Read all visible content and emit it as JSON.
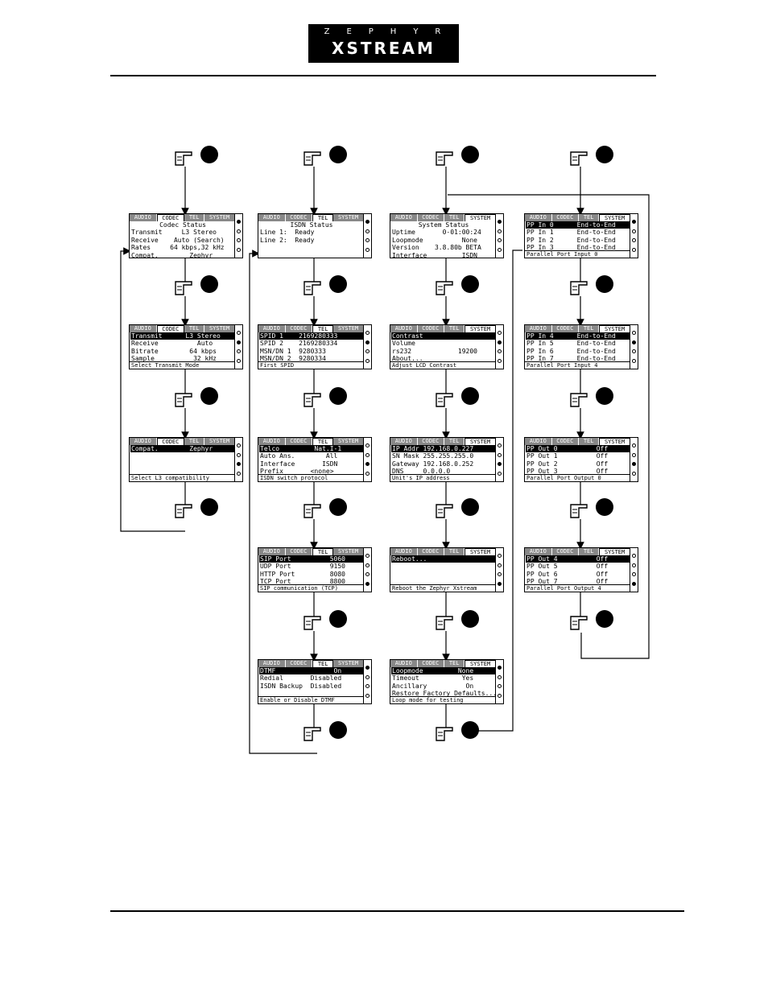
{
  "logo": {
    "line1": "ZEPHYR",
    "line2": "XSTREAM"
  },
  "tabs": [
    "AUDIO",
    "CODEC",
    "TEL",
    "SYSTEM"
  ],
  "columns": [
    {
      "panels": [
        {
          "active": "CODEC",
          "rows": [
            "Codec Status",
            "Transmit     L3 Stereo",
            "Receive    Auto (Search)",
            "Rates     64 kbps,32 kHz",
            "Compat.        Zephyr"
          ],
          "sel": -1,
          "center": [
            0
          ],
          "status": ""
        },
        {
          "active": "CODEC",
          "rows": [
            "Transmit      L3 Stereo",
            "Receive          Auto",
            "Bitrate        64 kbps",
            "Sample          32 kHz"
          ],
          "sel": 0,
          "status": "Select Transmit Mode"
        },
        {
          "active": "CODEC",
          "rows": [
            "Compat.        Zephyr"
          ],
          "sel": 0,
          "status": "Select L3 compatibility"
        }
      ]
    },
    {
      "panels": [
        {
          "active": "TEL",
          "rows": [
            "ISDN Status",
            "Line 1:  Ready",
            "",
            "Line 2:  Ready"
          ],
          "sel": -1,
          "center": [
            0
          ],
          "status": ""
        },
        {
          "active": "TEL",
          "rows": [
            "SPID 1    2169280333",
            "SPID 2    2169280334",
            "MSN/DN 1  9280333",
            "MSN/DN 2  9280334"
          ],
          "sel": 0,
          "status": "First SPID"
        },
        {
          "active": "TEL",
          "rows": [
            "Telco         Nat.I-1",
            "Auto Ans.        All",
            "Interface       ISDN",
            "Prefix       <none>"
          ],
          "sel": 0,
          "status": "ISDN switch protocol"
        },
        {
          "active": "TEL",
          "rows": [
            "SIP Port          5060",
            "UDP Port          9150",
            "HTTP Port         8080",
            "TCP Port          8800"
          ],
          "sel": 0,
          "status": "SIP communication (TCP)"
        },
        {
          "active": "TEL",
          "rows": [
            "DTMF               On",
            "Redial       Disabled",
            "ISDN Backup  Disabled"
          ],
          "sel": 0,
          "status": "Enable or Disable DTMF"
        }
      ]
    },
    {
      "panels": [
        {
          "active": "SYSTEM",
          "rows": [
            "System Status",
            "Uptime       0-01:00:24",
            "Loopmode          None",
            "Version    3.8.80b BETA",
            "Interface         ISDN"
          ],
          "sel": -1,
          "center": [
            0
          ],
          "status": ""
        },
        {
          "active": "SYSTEM",
          "rows": [
            "Contrast",
            "Volume",
            "rs232            19200",
            "About..."
          ],
          "sel": 0,
          "status": "Adjust LCD Contrast"
        },
        {
          "active": "SYSTEM",
          "rows": [
            "IP Addr 192.168.0.227",
            "SN Mask 255.255.255.0",
            "Gateway 192.168.0.252",
            "DNS     0.0.0.0"
          ],
          "sel": 0,
          "status": "Unit's IP address"
        },
        {
          "active": "SYSTEM",
          "rows": [
            "Reboot..."
          ],
          "sel": 0,
          "status": "Reboot the Zephyr Xstream"
        },
        {
          "active": "SYSTEM",
          "rows": [
            "Loopmode         None",
            "Timeout           Yes",
            "Ancillary          On",
            "Restore Factory Defaults..."
          ],
          "sel": 0,
          "status": "Loop mode for testing"
        }
      ]
    },
    {
      "panels": [
        {
          "active": "SYSTEM",
          "rows": [
            "PP In 0      End-to-End",
            "PP In 1      End-to-End",
            "PP In 2      End-to-End",
            "PP In 3      End-to-End"
          ],
          "sel": 0,
          "status": "Parallel Port Input 0"
        },
        {
          "active": "SYSTEM",
          "rows": [
            "PP In 4      End-to-End",
            "PP In 5      End-to-End",
            "PP In 6      End-to-End",
            "PP In 7      End-to-End"
          ],
          "sel": 0,
          "status": "Parallel Port Input 4"
        },
        {
          "active": "SYSTEM",
          "rows": [
            "PP Out 0          Off",
            "PP Out 1          Off",
            "PP Out 2          Off",
            "PP Out 3          Off"
          ],
          "sel": 0,
          "status": "Parallel Port Output 0"
        },
        {
          "active": "SYSTEM",
          "rows": [
            "PP Out 4          Off",
            "PP Out 5          Off",
            "PP Out 6          Off",
            "PP Out 7          Off"
          ],
          "sel": 0,
          "status": "Parallel Port Output 4"
        }
      ]
    }
  ]
}
